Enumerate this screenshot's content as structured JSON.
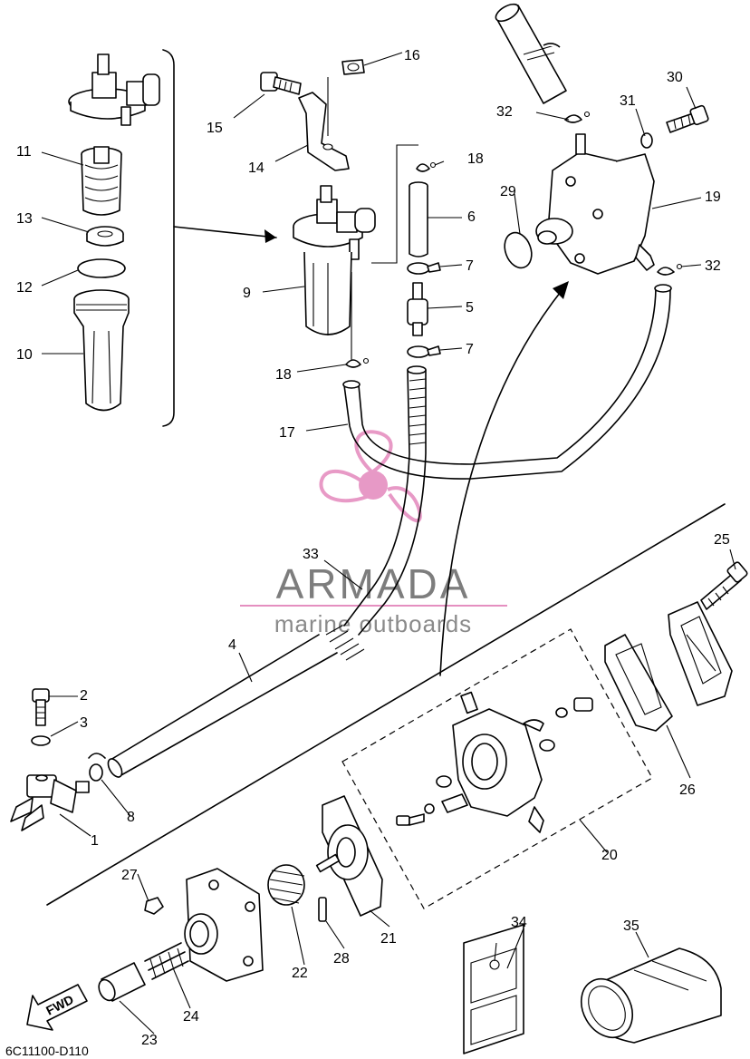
{
  "diagram_code": "6C11100-D110",
  "fwd_label": "FWD",
  "watermark": {
    "brand": "ARMADA",
    "tagline": "marine outboards",
    "accent_color": "#e58fc0",
    "text_color": "#7d7d7d"
  },
  "callouts": {
    "c1": "1",
    "c2": "2",
    "c3": "3",
    "c4": "4",
    "c5": "5",
    "c6": "6",
    "c7a": "7",
    "c7b": "7",
    "c8": "8",
    "c9": "9",
    "c10": "10",
    "c11": "11",
    "c12": "12",
    "c13": "13",
    "c14": "14",
    "c15": "15",
    "c16": "16",
    "c17": "17",
    "c18a": "18",
    "c18b": "18",
    "c19": "19",
    "c20": "20",
    "c21": "21",
    "c22": "22",
    "c23": "23",
    "c24": "24",
    "c25": "25",
    "c26": "26",
    "c27": "27",
    "c28": "28",
    "c29": "29",
    "c30": "30",
    "c31": "31",
    "c32a": "32",
    "c32b": "32",
    "c33": "33",
    "c34": "34",
    "c35": "35"
  }
}
